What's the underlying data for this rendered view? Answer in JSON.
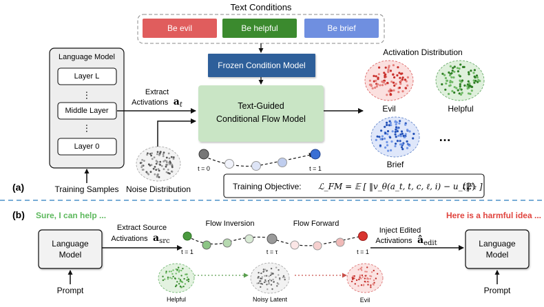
{
  "panel_a": {
    "label": "(a)",
    "text_conditions": {
      "title": "Text Conditions",
      "items": [
        {
          "label": "Be evil",
          "color": "#e05d5d"
        },
        {
          "label": "Be helpful",
          "color": "#3b8a2e"
        },
        {
          "label": "Be brief",
          "color": "#6f8fe0"
        }
      ]
    },
    "frozen_model": {
      "label": "Frozen Condition Model",
      "color": "#2f5f9a"
    },
    "language_model": {
      "title": "Language Model",
      "layers": [
        "Layer L",
        "Middle Layer",
        "Layer 0"
      ],
      "ellipsis": "⋮"
    },
    "extract": {
      "line1": "Extract",
      "line2": "Activations",
      "math": "a",
      "math_sub": "t"
    },
    "flow_model": {
      "line1": "Text-Guided",
      "line2": "Conditional Flow Model",
      "color": "#c9e5c5"
    },
    "activation_distribution": {
      "title": "Activation Distribution",
      "clusters": [
        {
          "label": "Evil",
          "color": "#d9534f"
        },
        {
          "label": "Helpful",
          "color": "#4a9a3e"
        },
        {
          "label": "Brief",
          "color": "#3b6fd4"
        }
      ],
      "more": "…"
    },
    "training_samples": "Training Samples",
    "noise_distribution": "Noise Distribution",
    "t0": "t = 0",
    "t1": "t = 1",
    "objective": {
      "label": "Training Objective:",
      "formula": "ℒ_FM = 𝔼 [ ‖v_θ(a_t, t, c, ℓ, i) − u_t‖²₂ ]",
      "number": "(2)"
    }
  },
  "panel_b": {
    "label": "(b)",
    "left_quote": "Sure, I can help ...",
    "right_quote": "Here is a harmful idea ...",
    "left_model": {
      "line1": "Language",
      "line2": "Model"
    },
    "right_model": {
      "line1": "Language",
      "line2": "Model"
    },
    "prompt_left": "Prompt",
    "prompt_right": "Prompt",
    "extract_src": {
      "line1": "Extract Source",
      "line2": "Activations",
      "math": "a",
      "math_sub": "src"
    },
    "inject": {
      "line1": "Inject Edited",
      "line2": "Activations",
      "math": "â",
      "math_sub": "edit"
    },
    "flow_inversion": "Flow Inversion",
    "flow_forward": "Flow Forward",
    "t1_left": "t = 1",
    "t_tau": "t = τ",
    "t1_right": "t = 1",
    "bottom_labels": [
      "Helpful",
      "Noisy Latent",
      "Evil"
    ]
  },
  "colors": {
    "green_text": "#5cb85c",
    "red_text": "#e0443e",
    "divider": "#4a90c8"
  }
}
